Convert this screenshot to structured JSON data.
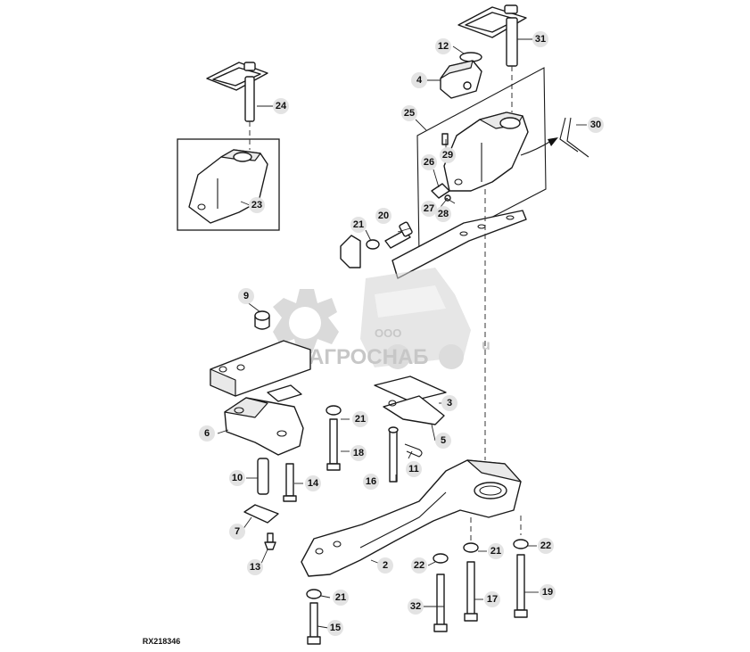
{
  "figure": {
    "reference_code": "RX218346",
    "watermark": {
      "prefix": "ООО",
      "name": "АГРОСНАБ",
      "trailing_glyph": "u"
    }
  },
  "callouts": [
    {
      "id": "c2",
      "label": "2"
    },
    {
      "id": "c3",
      "label": "3"
    },
    {
      "id": "c4",
      "label": "4"
    },
    {
      "id": "c5",
      "label": "5"
    },
    {
      "id": "c6",
      "label": "6"
    },
    {
      "id": "c7",
      "label": "7"
    },
    {
      "id": "c9",
      "label": "9"
    },
    {
      "id": "c10",
      "label": "10"
    },
    {
      "id": "c11",
      "label": "11"
    },
    {
      "id": "c12",
      "label": "12"
    },
    {
      "id": "c13",
      "label": "13"
    },
    {
      "id": "c14",
      "label": "14"
    },
    {
      "id": "c15",
      "label": "15"
    },
    {
      "id": "c16",
      "label": "16"
    },
    {
      "id": "c17",
      "label": "17"
    },
    {
      "id": "c18",
      "label": "18"
    },
    {
      "id": "c19",
      "label": "19"
    },
    {
      "id": "c20",
      "label": "20"
    },
    {
      "id": "c21a",
      "label": "21"
    },
    {
      "id": "c21b",
      "label": "21"
    },
    {
      "id": "c21c",
      "label": "21"
    },
    {
      "id": "c21d",
      "label": "21"
    },
    {
      "id": "c22a",
      "label": "22"
    },
    {
      "id": "c22b",
      "label": "22"
    },
    {
      "id": "c23",
      "label": "23"
    },
    {
      "id": "c24",
      "label": "24"
    },
    {
      "id": "c25",
      "label": "25"
    },
    {
      "id": "c26",
      "label": "26"
    },
    {
      "id": "c27",
      "label": "27"
    },
    {
      "id": "c28",
      "label": "28"
    },
    {
      "id": "c29",
      "label": "29"
    },
    {
      "id": "c30",
      "label": "30"
    },
    {
      "id": "c31",
      "label": "31"
    },
    {
      "id": "c32",
      "label": "32"
    }
  ]
}
